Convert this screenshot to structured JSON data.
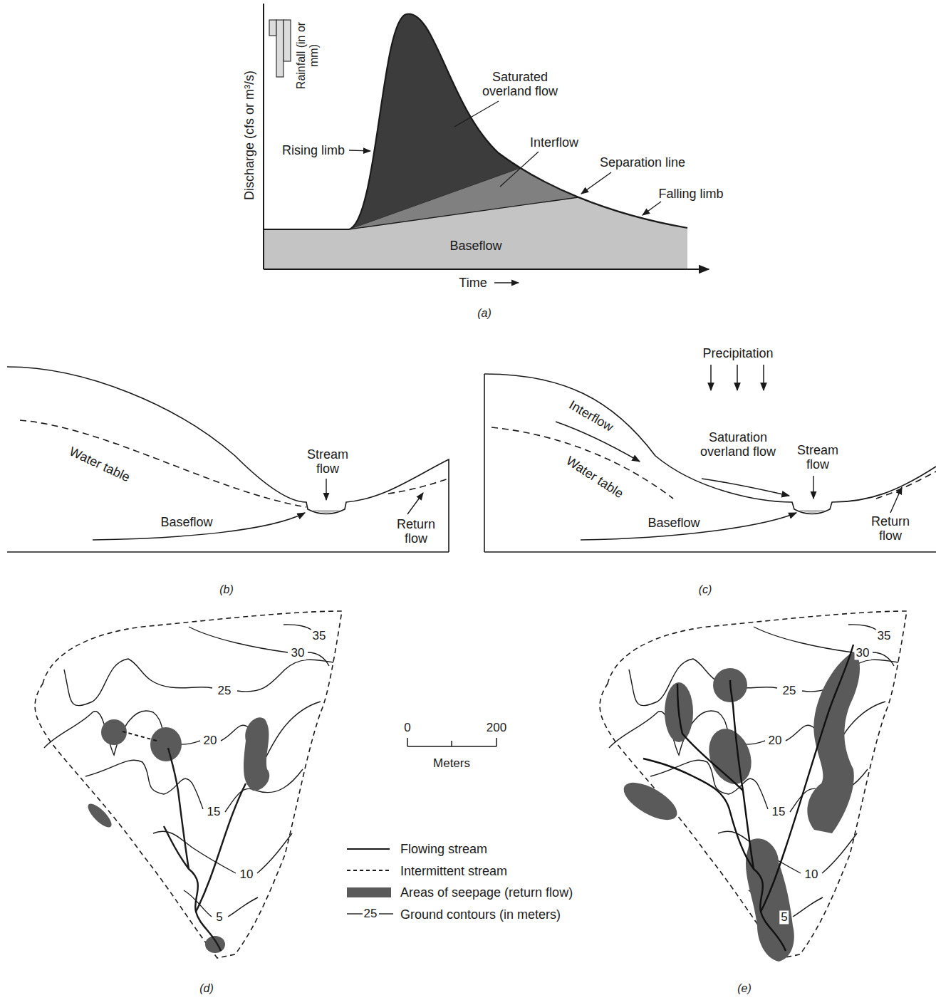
{
  "diagram": {
    "labels": [
      "Rainfall (in or mm)",
      "Discharge (cfs or m³/s)",
      "Saturated overland flow",
      "Rising limb",
      "Interflow",
      "Separation line",
      "Falling limb",
      "Baseflow",
      "Time",
      "(a)",
      "Water table",
      "Stream flow",
      "Baseflow",
      "Return flow",
      "(b)",
      "Precipitation",
      "Interflow",
      "Water table",
      "Saturation overland flow",
      "Stream flow",
      "Baseflow",
      "Return flow",
      "(c)",
      "35",
      "30",
      "25",
      "20",
      "15",
      "10",
      "5",
      "0",
      "200",
      "Meters",
      "35",
      "30",
      "25",
      "20",
      "15",
      "10",
      "5",
      "25",
      "(d)",
      "(e)"
    ],
    "legend": [
      {
        "text": "Flowing stream"
      },
      {
        "text": "Intermittent stream"
      },
      {
        "text": "Areas of seepage (return flow)",
        "color": "#5a5a5a"
      },
      {
        "text": "Ground contours (in meters)"
      }
    ]
  }
}
